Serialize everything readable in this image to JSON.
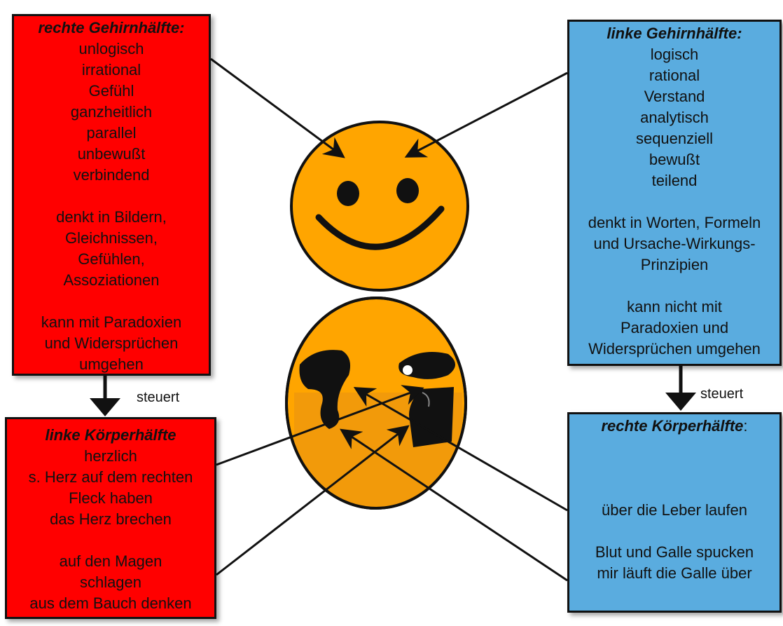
{
  "colors": {
    "right_brain_bg": "#ff0000",
    "left_brain_bg": "#5aacdf",
    "smiley_fill": "#ffa500",
    "outline": "#111111"
  },
  "right_brain": {
    "title": "rechte Gehirnhälfte:",
    "traits": [
      "unlogisch",
      "irrational",
      "Gefühl",
      "ganzheitlich",
      "parallel",
      "unbewußt",
      "verbindend"
    ],
    "thinks": [
      "denkt in Bildern,",
      "Gleichnissen,",
      "Gefühlen,",
      "Assoziationen"
    ],
    "paradox": [
      "kann mit Paradoxien",
      "und Widersprüchen",
      "umgehen"
    ]
  },
  "left_body": {
    "title": "linke Körperhälfte",
    "lines1": [
      "herzlich",
      "s. Herz auf dem rechten",
      "Fleck haben",
      "das Herz brechen"
    ],
    "lines2": [
      "auf den Magen",
      "schlagen",
      "aus dem Bauch denken"
    ]
  },
  "left_brain": {
    "title": "linke Gehirnhälfte:",
    "traits": [
      "logisch",
      "rational",
      "Verstand",
      "analytisch",
      "sequenziell",
      "bewußt",
      "teilend"
    ],
    "thinks": [
      "denkt in Worten, Formeln",
      "und Ursache-Wirkungs-",
      "Prinzipien"
    ],
    "paradox": [
      "kann nicht mit",
      "Paradoxien und",
      "Widersprüchen umgehen"
    ]
  },
  "right_body": {
    "title": "rechte Körperhälfte",
    "title_suffix": ":",
    "lines1": [
      "über die Leber laufen"
    ],
    "lines2": [
      "Blut und Galle spucken",
      "mir läuft die Galle über"
    ]
  },
  "connector": {
    "label_left": "steuert",
    "label_right": "steuert"
  },
  "icons": {
    "top_face": "smiley-face-icon",
    "bottom_organ": "body-organs-icon"
  }
}
